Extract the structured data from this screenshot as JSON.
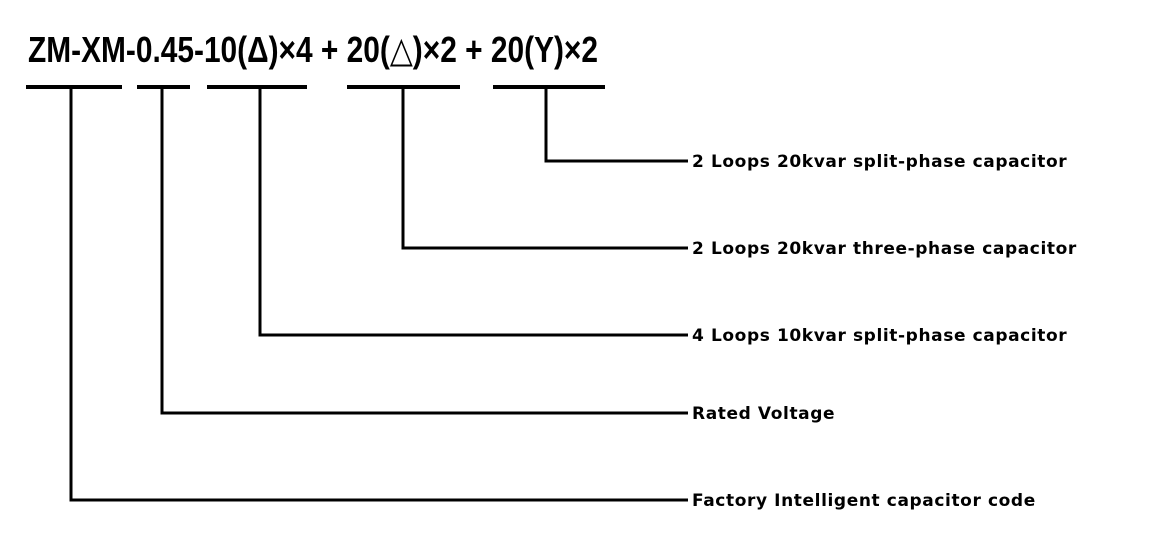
{
  "model_code": "ZM-XM-0.45-10(Δ)×4 + 20(△)×2 + 20(Y)×2",
  "callouts": [
    {
      "segment": "20(Y)×2",
      "label": "2 Loops 20kvar split-phase capacitor"
    },
    {
      "segment": "20(△)×2",
      "label": "2 Loops 20kvar three-phase capacitor"
    },
    {
      "segment": "10(Δ)×4",
      "label": "4 Loops 10kvar split-phase capacitor"
    },
    {
      "segment": "0.45",
      "label": "Rated Voltage"
    },
    {
      "segment": "ZM-XM",
      "label": "Factory Intelligent capacitor code"
    }
  ],
  "colors": {
    "line": "#000000",
    "text": "#000000",
    "background": "#ffffff"
  }
}
